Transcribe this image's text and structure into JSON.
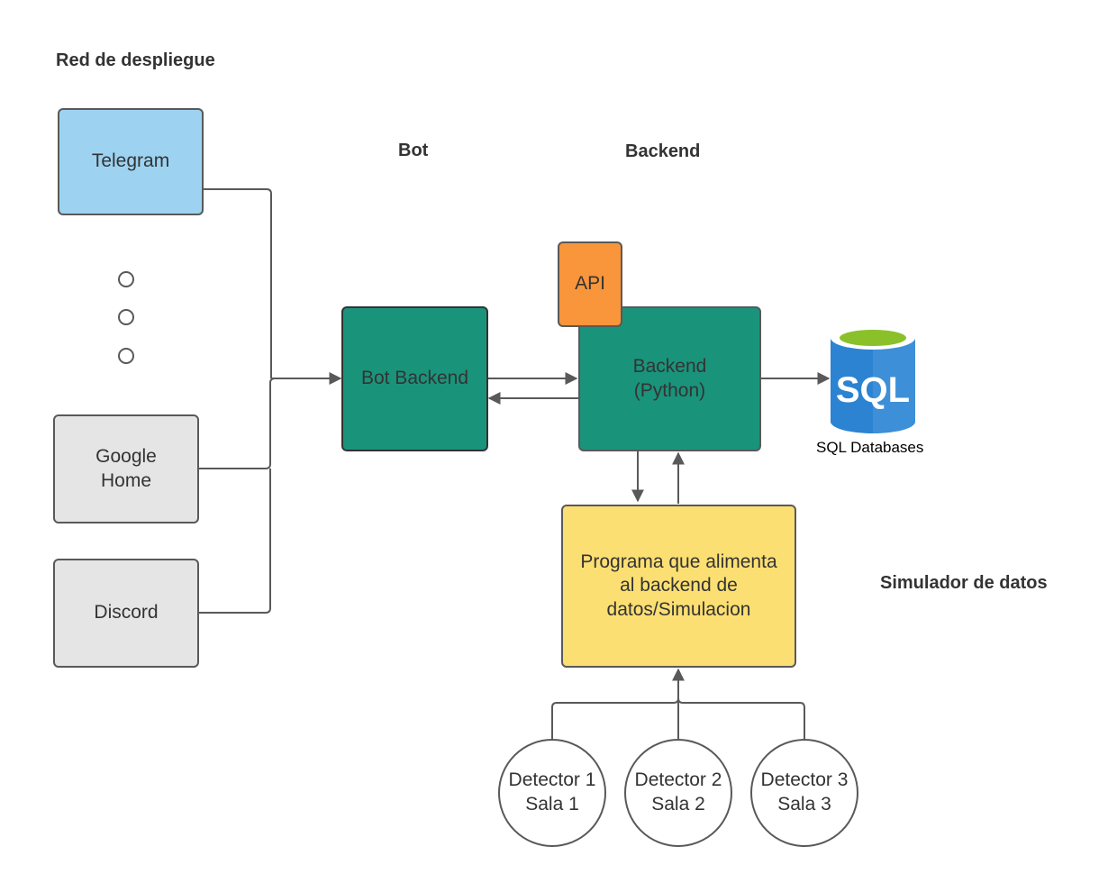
{
  "sections": {
    "red": "Red de despliegue",
    "bot": "Bot",
    "backend": "Backend",
    "simulador": "Simulador de datos"
  },
  "nodes": {
    "telegram": "Telegram",
    "google_home": "Google\nHome",
    "discord": "Discord",
    "bot_backend": "Bot Backend",
    "api": "API",
    "backend_python": "Backend\n(Python)",
    "programa": "Programa que alimenta\nal backend de\ndatos/Simulacion",
    "sql_logo": "SQL",
    "sql_caption": "SQL Databases"
  },
  "detectors": [
    {
      "label": "Detector 1\nSala 1"
    },
    {
      "label": "Detector 2\nSala 2"
    },
    {
      "label": "Detector 3\nSala 3"
    }
  ],
  "colors": {
    "telegram": "#9dd3f1",
    "gray_box": "#e5e5e5",
    "teal": "#1a937b",
    "api": "#f9953a",
    "programa": "#fcdf72",
    "sql_blue": "#2c83d1",
    "sql_green": "#8ac12a",
    "line": "#595959"
  }
}
